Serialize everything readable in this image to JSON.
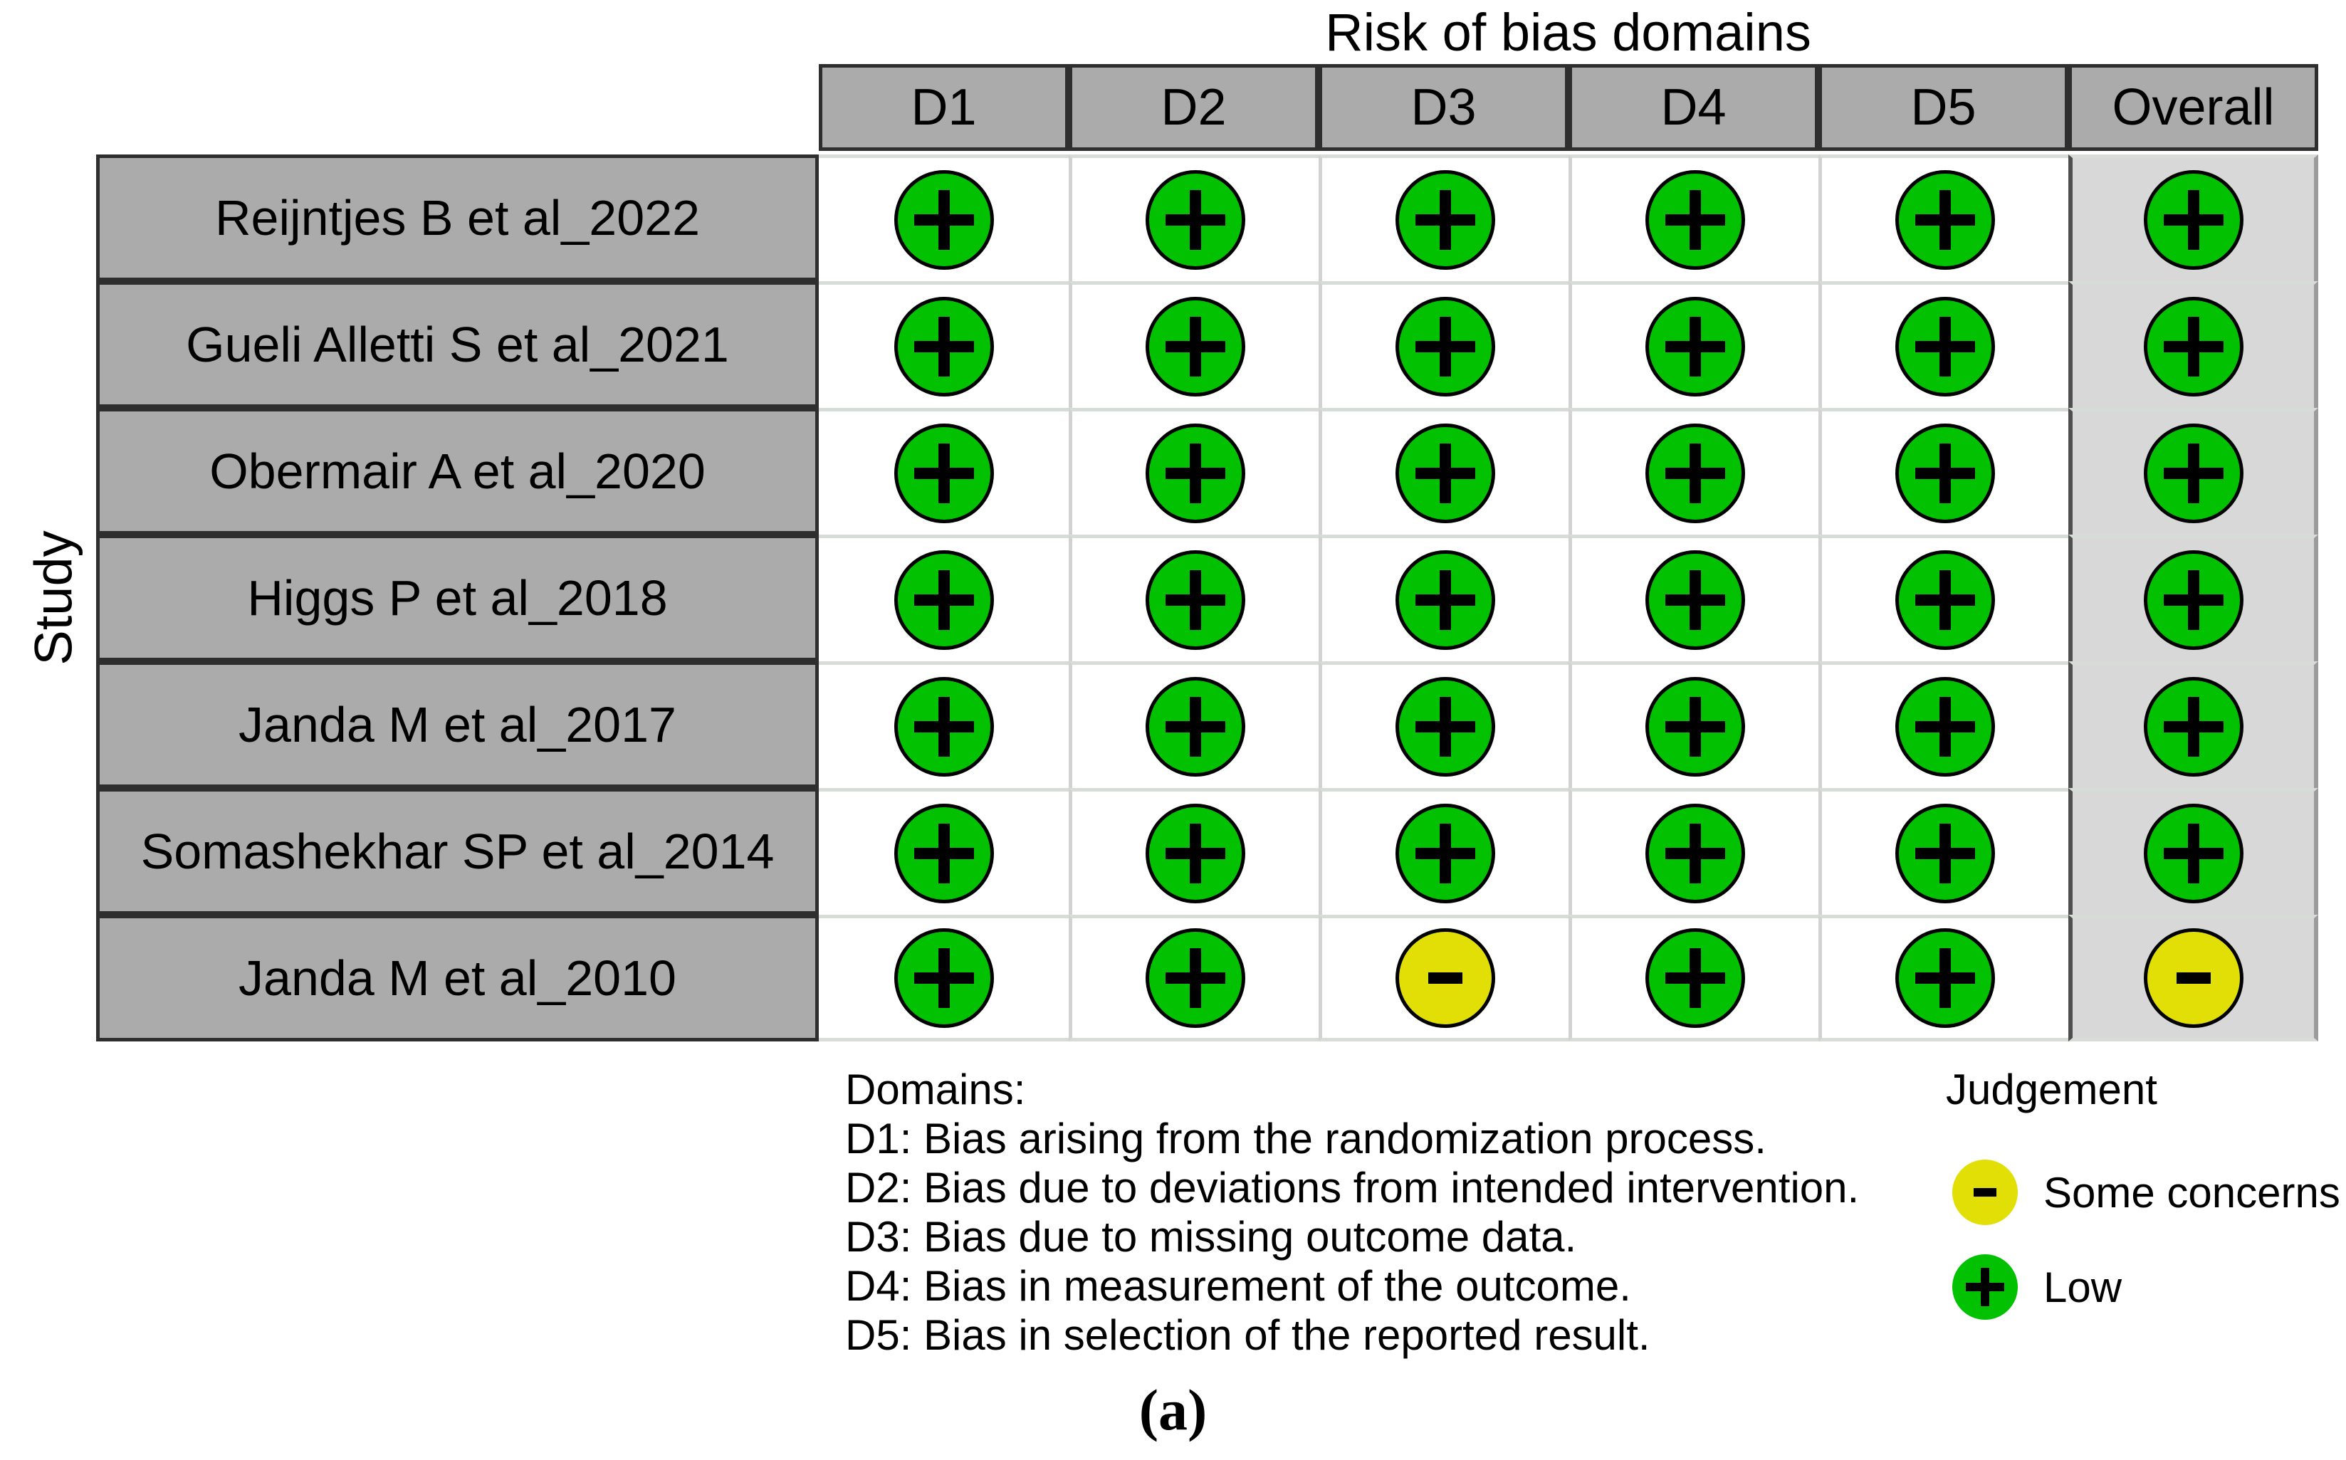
{
  "chart_data": {
    "type": "table",
    "title": "Risk of bias domains",
    "row_axis_label": "Study",
    "columns": [
      "D1",
      "D2",
      "D3",
      "D4",
      "D5",
      "Overall"
    ],
    "rows": [
      {
        "study": "Reijntjes B et al_2022",
        "judgements": [
          "Low",
          "Low",
          "Low",
          "Low",
          "Low",
          "Low"
        ]
      },
      {
        "study": "Gueli Alletti S et al_2021",
        "judgements": [
          "Low",
          "Low",
          "Low",
          "Low",
          "Low",
          "Low"
        ]
      },
      {
        "study": "Obermair A et al_2020",
        "judgements": [
          "Low",
          "Low",
          "Low",
          "Low",
          "Low",
          "Low"
        ]
      },
      {
        "study": "Higgs P et al_2018",
        "judgements": [
          "Low",
          "Low",
          "Low",
          "Low",
          "Low",
          "Low"
        ]
      },
      {
        "study": "Janda M et al_2017",
        "judgements": [
          "Low",
          "Low",
          "Low",
          "Low",
          "Low",
          "Low"
        ]
      },
      {
        "study": "Somashekhar SP et al_2014",
        "judgements": [
          "Low",
          "Low",
          "Low",
          "Low",
          "Low",
          "Low"
        ]
      },
      {
        "study": "Janda M et al_2010",
        "judgements": [
          "Low",
          "Low",
          "Some concerns",
          "Low",
          "Low",
          "Some concerns"
        ]
      }
    ],
    "legend_position": "bottom-right",
    "grid": "on"
  },
  "judgement_styles": {
    "Low": {
      "symbol": "+",
      "color": "#02c100"
    },
    "Some concerns": {
      "symbol": "-",
      "color": "#e2df07"
    }
  },
  "domains_note": {
    "heading": "Domains:",
    "items": [
      "D1: Bias arising from the randomization process.",
      "D2: Bias due to deviations from intended intervention.",
      "D3: Bias due to missing outcome data.",
      "D4: Bias in measurement of the outcome.",
      "D5: Bias in selection of the reported result."
    ]
  },
  "legend": {
    "title": "Judgement",
    "items": [
      {
        "symbol": "-",
        "label": "Some concerns",
        "color": "#e2df07"
      },
      {
        "symbol": "+",
        "label": "Low",
        "color": "#02c100"
      }
    ]
  },
  "caption": "(a)",
  "colors": {
    "header_fill": "#ababab",
    "overall_column_fill": "#d8d8d8",
    "dark_border": "#2e2e2e",
    "light_grid": "#d6ddd6"
  }
}
